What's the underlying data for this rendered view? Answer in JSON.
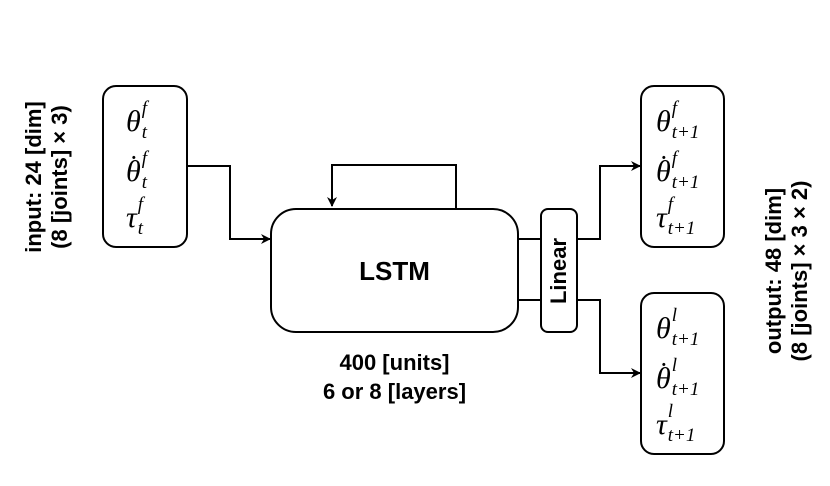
{
  "input_label": {
    "line1": "input: 24 [dim]",
    "line2": "(8 [joints] × 3)"
  },
  "output_label": {
    "line1": "output: 48 [dim]",
    "line2": "(8 [joints] × 3 × 2)"
  },
  "lstm": {
    "label": "LSTM",
    "units": "400 [units]",
    "layers": "6 or 8 [layers]"
  },
  "linear": {
    "label": "Linear"
  },
  "input_box": {
    "theta": "θ",
    "theta_sup": "f",
    "theta_sub": "t",
    "thetadot": "θ",
    "thetadot_sup": "f",
    "thetadot_sub": "t",
    "tau": "τ",
    "tau_sup": "f",
    "tau_sub": "t"
  },
  "output_f_box": {
    "theta": "θ",
    "theta_sup": "f",
    "theta_sub": "t+1",
    "thetadot": "θ",
    "thetadot_sup": "f",
    "thetadot_sub": "t+1",
    "tau": "τ",
    "tau_sup": "f",
    "tau_sub": "t+1"
  },
  "output_l_box": {
    "theta": "θ",
    "theta_sup": "l",
    "theta_sub": "t+1",
    "thetadot": "θ",
    "thetadot_sup": "l",
    "thetadot_sub": "t+1",
    "tau": "τ",
    "tau_sup": "l",
    "tau_sub": "t+1"
  }
}
